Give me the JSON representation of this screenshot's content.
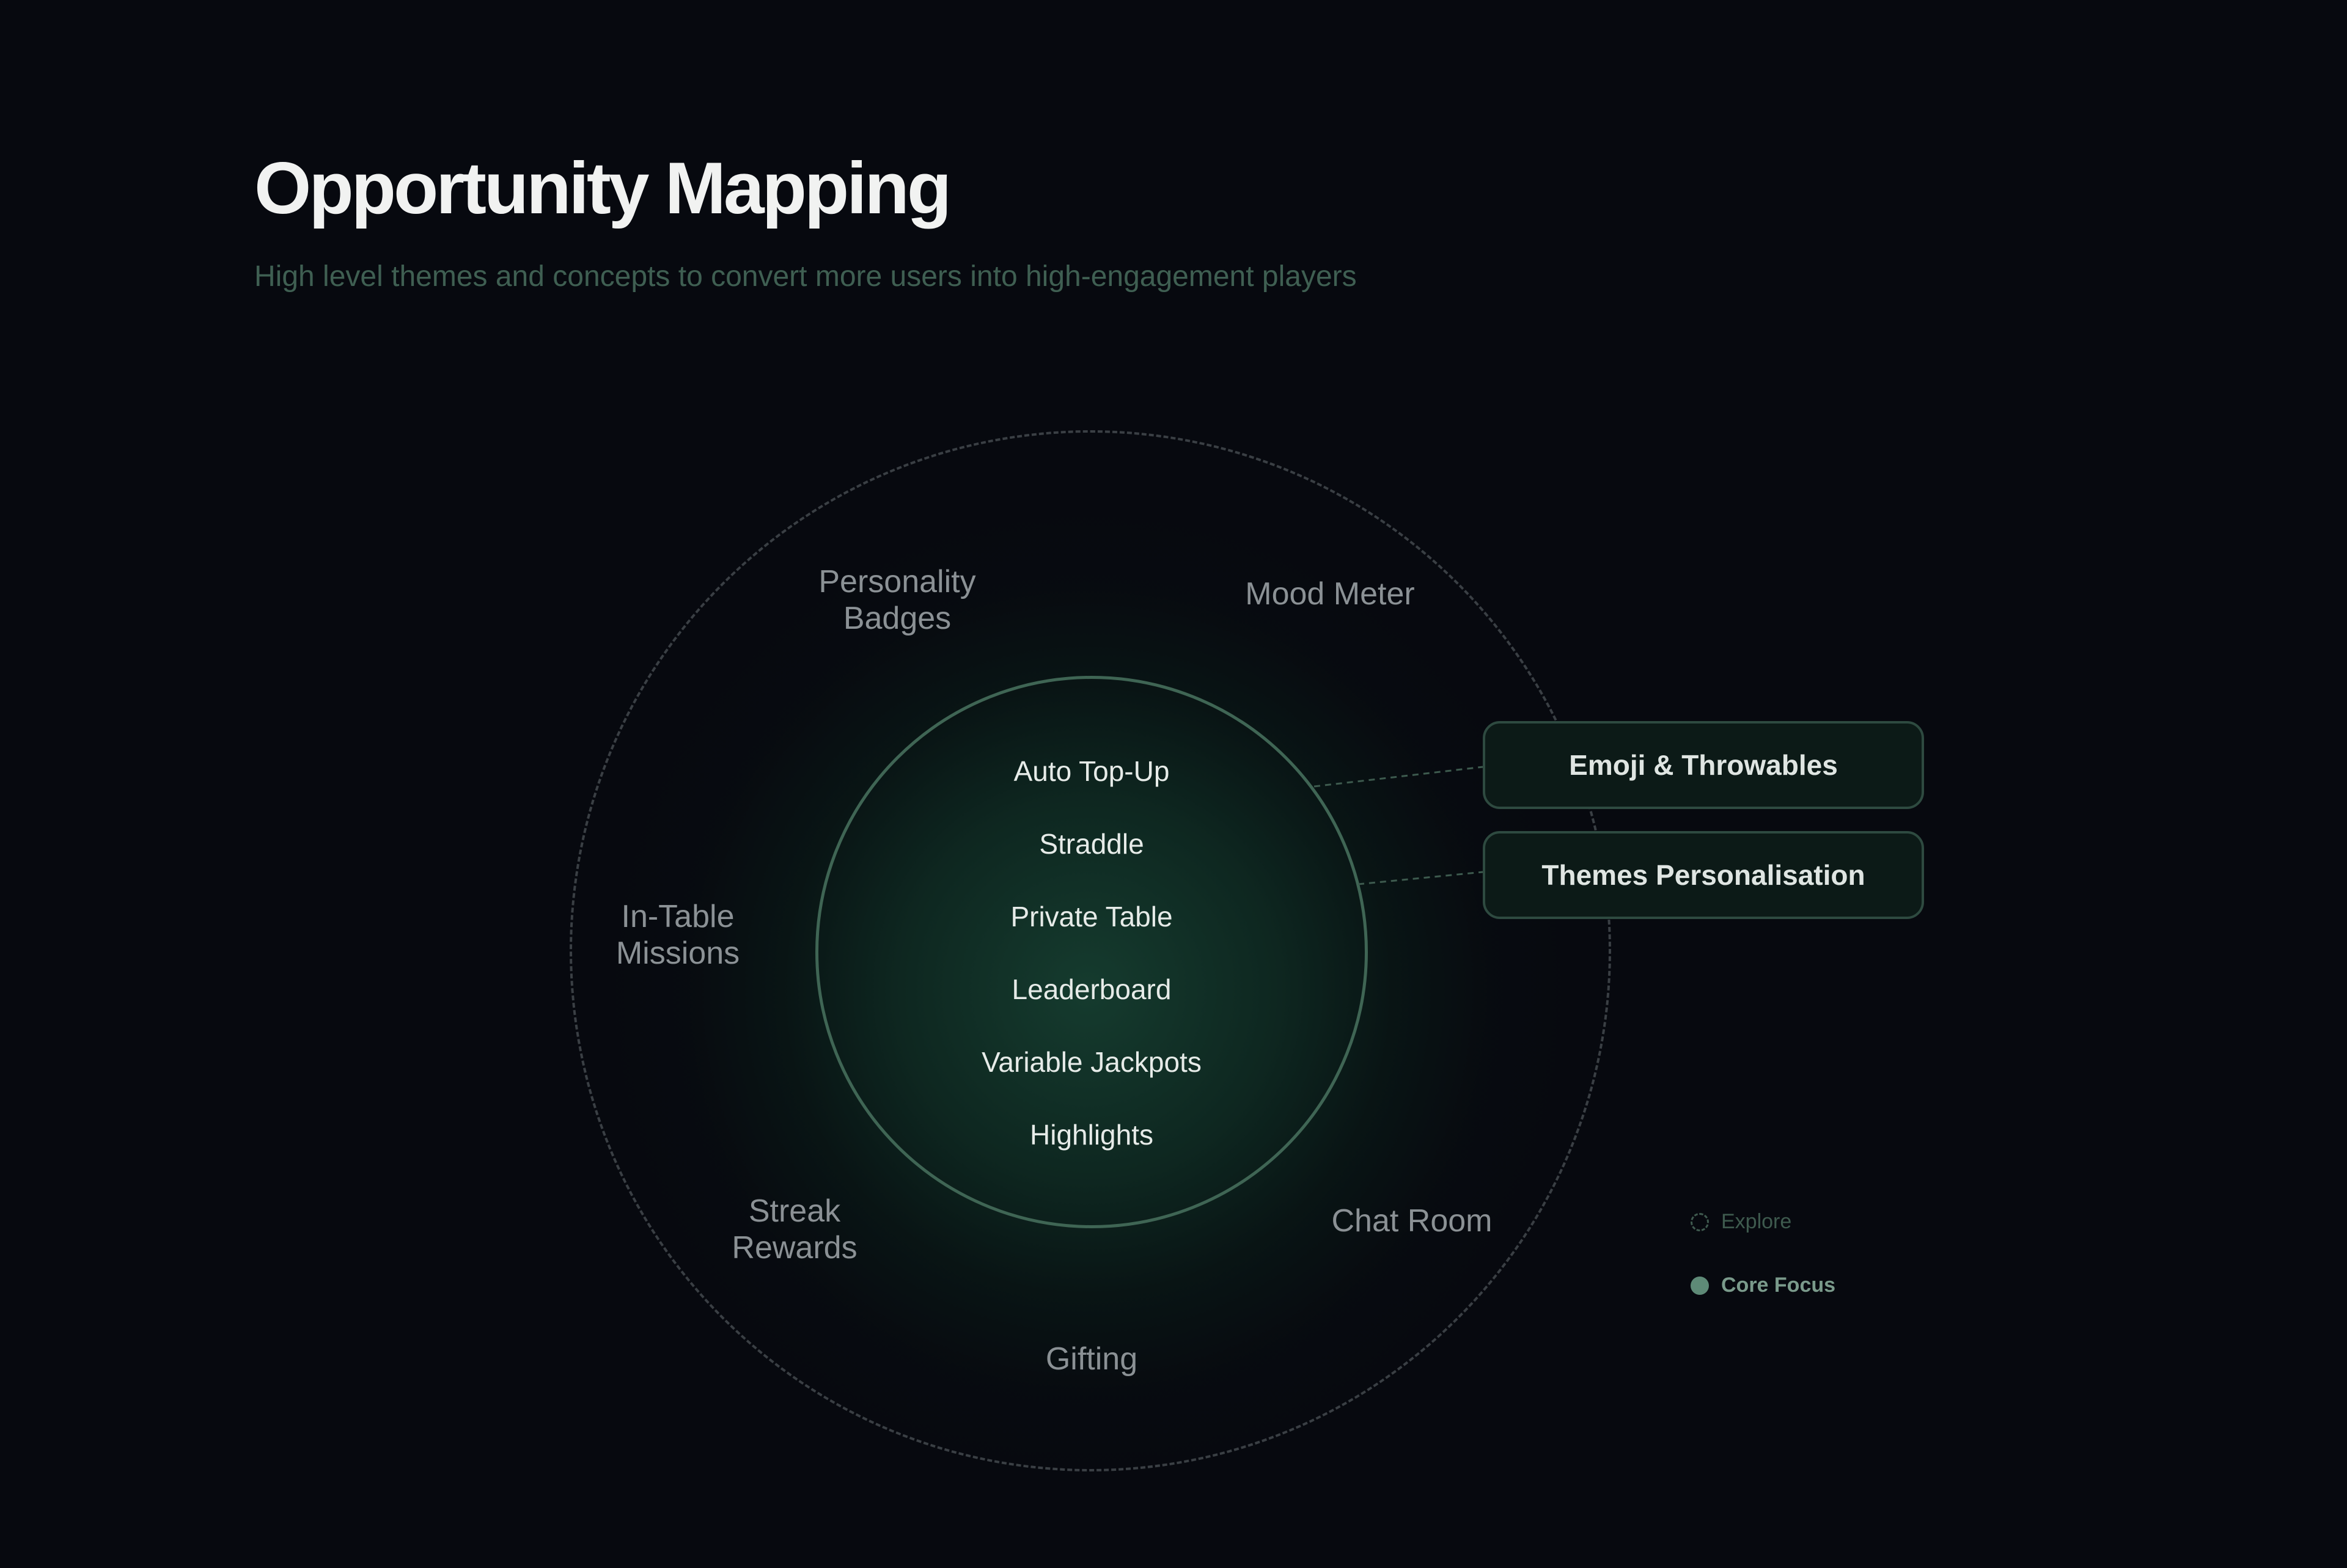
{
  "header": {
    "title": "Opportunity Mapping",
    "subtitle": "High level themes and concepts to convert more users into high-engagement players"
  },
  "core_focus": [
    "Auto Top-Up",
    "Straddle",
    "Private Table",
    "Leaderboard",
    "Variable Jackpots",
    "Highlights"
  ],
  "explore": {
    "personality_badges": [
      "Personality",
      "Badges"
    ],
    "mood_meter": "Mood Meter",
    "in_table_missions": [
      "In-Table",
      "Missions"
    ],
    "streak_rewards": [
      "Streak",
      "Rewards"
    ],
    "chat_room": "Chat Room",
    "gifting": "Gifting"
  },
  "callouts": [
    "Emoji & Throwables",
    "Themes Personalisation"
  ],
  "legend": {
    "explore": "Explore",
    "core_focus": "Core Focus"
  },
  "colors": {
    "background": "#07090f",
    "core_ring": "#3f6554",
    "outer_ring": "#3a3f44",
    "accent": "#5e8a77"
  }
}
